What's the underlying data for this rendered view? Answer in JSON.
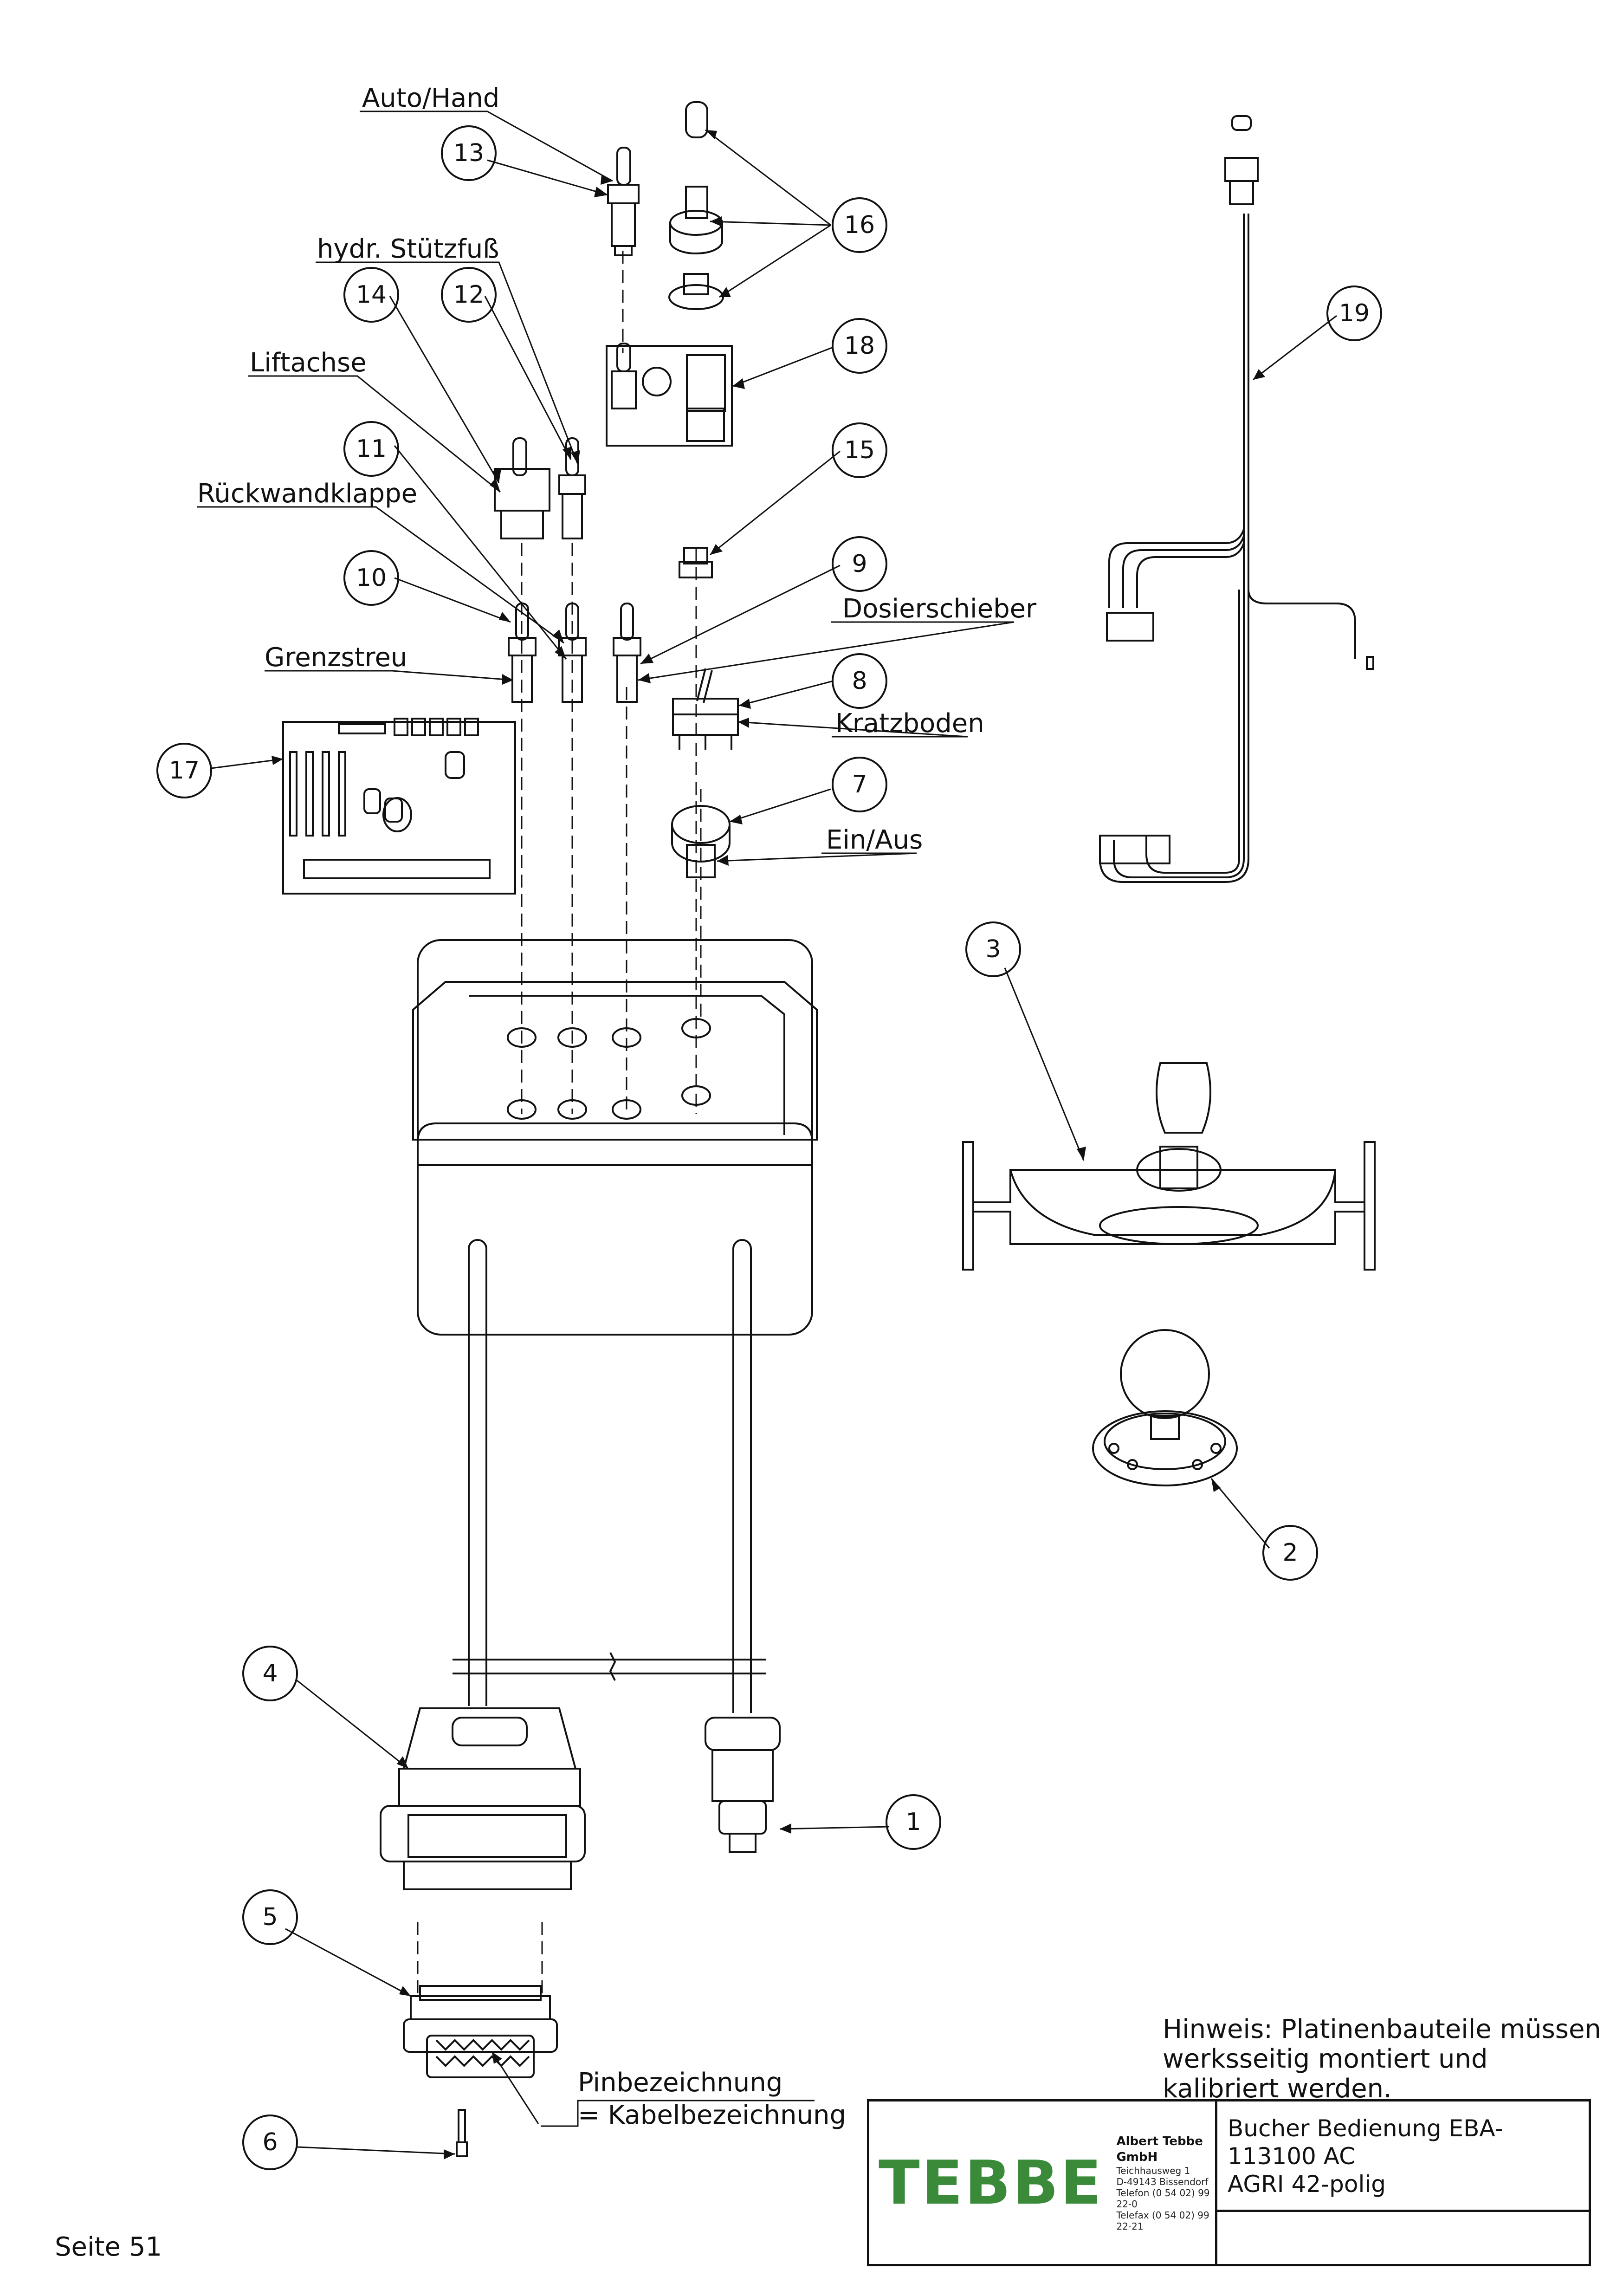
{
  "labels": {
    "auto_hand": "Auto/Hand",
    "hydr_stuetzfuss": "hydr. Stützfuß",
    "liftachse": "Liftachse",
    "rueckwandklappe": "Rückwandklappe",
    "grenzstreu": "Grenzstreu",
    "dosierschieber": "Dosierschieber",
    "kratzboden": "Kratzboden",
    "ein_aus": "Ein/Aus",
    "pinbezeichnung_1": "Pinbezeichnung",
    "pinbezeichnung_2": "= Kabelbezeichnung"
  },
  "balloons": {
    "n1": "1",
    "n2": "2",
    "n3": "3",
    "n4": "4",
    "n5": "5",
    "n6": "6",
    "n7": "7",
    "n8": "8",
    "n9": "9",
    "n10": "10",
    "n11": "11",
    "n12": "12",
    "n13": "13",
    "n14": "14",
    "n15": "15",
    "n16": "16",
    "n17": "17",
    "n18": "18",
    "n19": "19"
  },
  "note": "Hinweis: Platinenbauteile müssen werksseitig montiert und kalibriert werden.",
  "title_block": {
    "logo_text": "TEBBE",
    "company_name": "Albert Tebbe GmbH",
    "address_1": "Teichhausweg 1",
    "address_2": "D-49143 Bissendorf",
    "phone": "Telefon (0 54 02) 99 22-0",
    "fax": "Telefax (0 54 02) 99 22-21",
    "title_line_1": "Bucher Bedienung EBA-113100 AC",
    "title_line_2": "AGRI 42-polig"
  },
  "footer": {
    "page": "Seite 51"
  },
  "colors": {
    "line": "#111111",
    "logo_green": "#3a8a3a"
  }
}
